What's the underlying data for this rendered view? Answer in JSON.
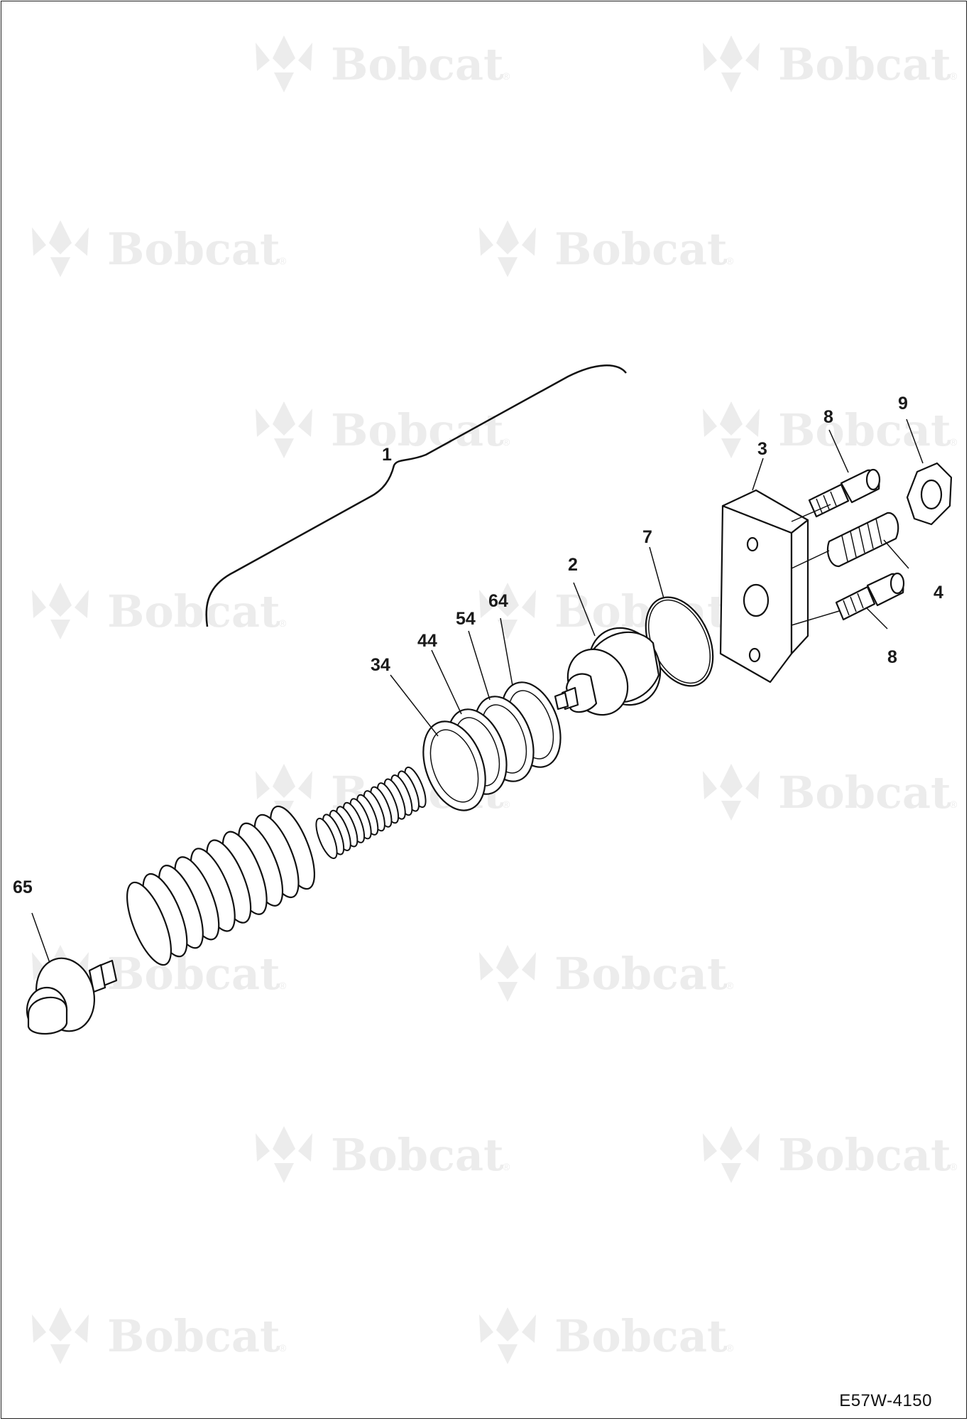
{
  "watermark": {
    "brand": "Bobcat",
    "icon": "bobcat-head-logo-icon",
    "color": "#ececec"
  },
  "callouts": [
    {
      "id": "1"
    },
    {
      "id": "2"
    },
    {
      "id": "3"
    },
    {
      "id": "4"
    },
    {
      "id": "7"
    },
    {
      "id": "8"
    },
    {
      "id": "8"
    },
    {
      "id": "9"
    },
    {
      "id": "34"
    },
    {
      "id": "44"
    },
    {
      "id": "54"
    },
    {
      "id": "64"
    },
    {
      "id": "65"
    }
  ],
  "reference_code": "E57W-4150",
  "colors": {
    "line": "#111111",
    "background": "#ffffff"
  }
}
